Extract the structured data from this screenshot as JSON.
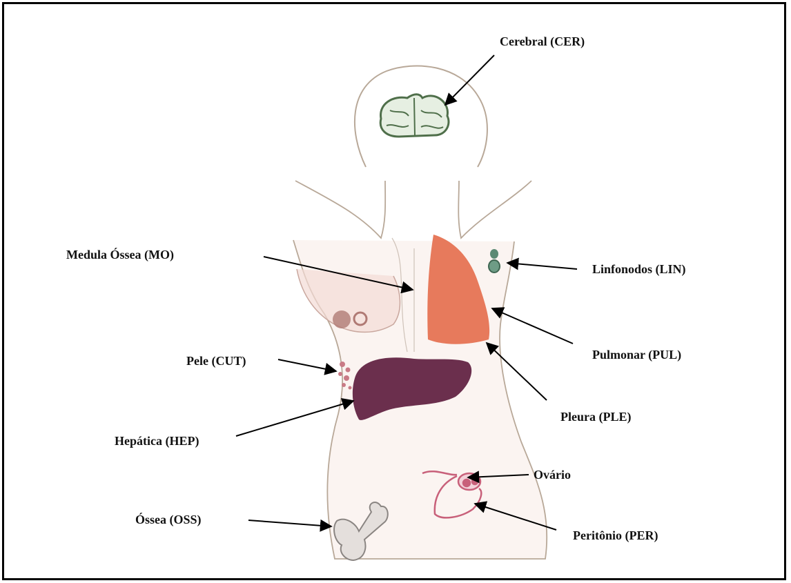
{
  "labels": {
    "cerebral": "Cerebral (CER)",
    "medula": "Medula Óssea (MO)",
    "linfonodos": "Linfonodos (LIN)",
    "pulmonar": "Pulmonar (PUL)",
    "pele": "Pele (CUT)",
    "pleura": "Pleura (PLE)",
    "hepatica": "Hepática (HEP)",
    "ovario": "Ovário",
    "ossea": "Óssea (OSS)",
    "peritonio": "Peritônio (PER)"
  },
  "colors": {
    "outline": "#b8a898",
    "skin": "#f8ece8",
    "brain": "#4f6f4a",
    "lung": "#e77a5c",
    "liver": "#6b2f4d",
    "lymph": "#5c8a74",
    "peritoneum": "#c8607a",
    "bone": "#e4dfdc",
    "breast_lesion": "#b07a74",
    "skin_lesion": "#c97b86",
    "arrow": "#000000"
  }
}
